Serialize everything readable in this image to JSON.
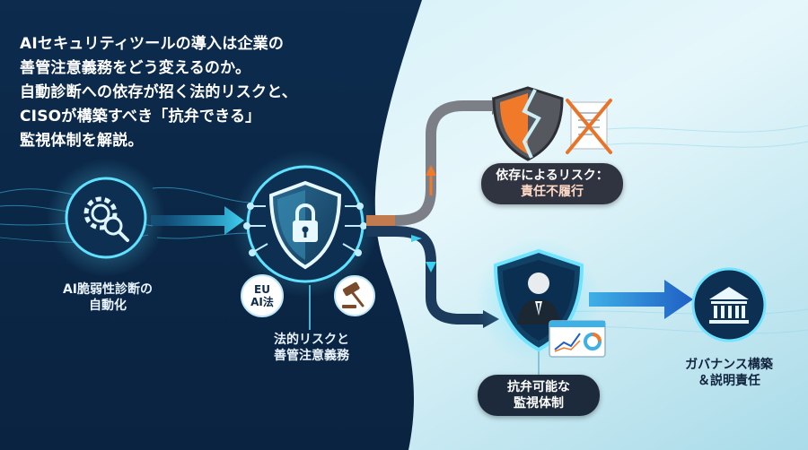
{
  "headline": {
    "lines": [
      "AIセキュリティツールの導入は企業の",
      "善管注意義務をどう変えるのか。",
      "自動診断への依存が招く法的リスクと、",
      "CISOが構築すべき「抗弁できる」",
      "監視体制を解説。"
    ]
  },
  "nodes": {
    "automation": {
      "label_lines": [
        "AI脆弱性診断の",
        "自動化"
      ]
    },
    "legal": {
      "label_lines": [
        "法的リスクと",
        "善管注意義務"
      ],
      "eu_badge_lines": [
        "EU",
        "AI法"
      ]
    },
    "risk": {
      "label_lines": [
        "依存によるリスク：",
        "責任不履行"
      ]
    },
    "monitoring": {
      "label_lines": [
        "抗弁可能な",
        "監視体制"
      ]
    },
    "governance": {
      "label_lines": [
        "ガバナンス構築",
        "＆説明責任"
      ]
    }
  },
  "colors": {
    "navy": "#0b2a4a",
    "light_bg": "#d9f1f7",
    "cyan": "#3fd0f0",
    "orange": "#f07a2a",
    "pill_dark": "#2f3440",
    "pill_red": "#9b2d2a"
  },
  "icons": [
    "gear-magnifier-icon",
    "shield-lock-icon",
    "gavel-icon",
    "broken-shield-icon",
    "crossed-document-icon",
    "shield-person-icon",
    "dashboard-chart-icon",
    "bank-building-icon"
  ]
}
